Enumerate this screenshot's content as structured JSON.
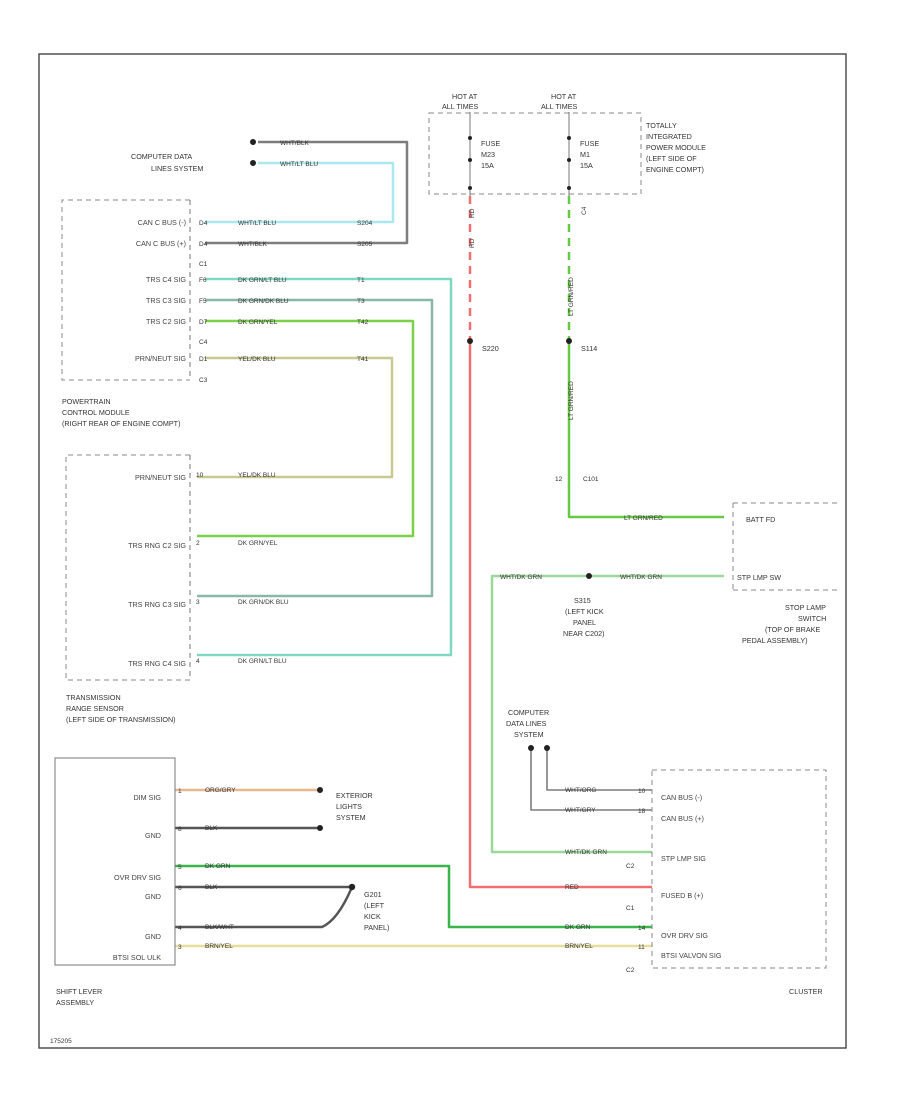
{
  "colors": {
    "grey": "#7d7d7d",
    "white_blue": "#a8e8ee",
    "green_blue": "#7fd8c4",
    "green_brown": "#8ab8a8",
    "green_yellow": "#7bd04a",
    "yellow_blue": "#c8c890",
    "red": "#f07070",
    "light_green": "#66c844",
    "white_green": "#9ad89a",
    "orange": "#e8b890",
    "black": "#555555",
    "dark_green": "#39b54a",
    "brown_yellow": "#e6df9a"
  },
  "top": {
    "hot1": [
      "HOT AT",
      "ALL TIMES"
    ],
    "hot2": [
      "HOT AT",
      "ALL TIMES"
    ],
    "fuse1": [
      "FUSE",
      "M23",
      "15A"
    ],
    "fuse2": [
      "FUSE",
      "M1",
      "15A"
    ],
    "tipm": [
      "TOTALLY",
      "INTEGRATED",
      "POWER MODULE",
      "(LEFT SIDE OF",
      "ENGINE COMPT)"
    ],
    "conn_c4": "C4",
    "splice1": "S220",
    "splice2": "S114",
    "conn_c101": "C101",
    "conn_c101_pin": "12",
    "red_label_1": "RD",
    "red_label_2": "RD",
    "lg_label_1": "LT GRN/RED",
    "lg_label_2": "LT GRN/RED",
    "lg_label_3": "LT GRN/RED"
  },
  "cdl_system": {
    "label": [
      "COMPUTER DATA",
      "LINES SYSTEM"
    ],
    "wire1": "WHT/BLK",
    "wire2": "WHT/LT BLU"
  },
  "pcm": {
    "pins": [
      {
        "label": "CAN C BUS (-)",
        "pin": "D4",
        "wire": "WHT/LT BLU",
        "splice": "S204"
      },
      {
        "label": "CAN C BUS (+)",
        "pin": "D4",
        "wire": "WHT/BLK",
        "splice": "S205"
      },
      {
        "label": "TRS C4 SIG",
        "pin": "F6",
        "wire": "DK GRN/LT BLU",
        "splice": "T1"
      },
      {
        "label": "TRS C3 SIG",
        "pin": "F5",
        "wire": "DK GRN/DK BLU",
        "splice": "T3"
      },
      {
        "label": "TRS C2 SIG",
        "pin": "D7",
        "wire": "DK GRN/YEL",
        "splice": "T42"
      },
      {
        "label": "PRN/NEUT SIG",
        "pin": "D1",
        "wire": "YEL/DK BLU",
        "splice": "T41"
      }
    ],
    "conn_c1": "C1",
    "conn_c4": "C4",
    "conn_c3": "C3",
    "label": [
      "POWERTRAIN",
      "CONTROL MODULE",
      "(RIGHT REAR OF ENGINE COMPT)"
    ]
  },
  "trs": {
    "pins": [
      {
        "label": "PRN/NEUT SIG",
        "pin": "10",
        "wire": "YEL/DK BLU"
      },
      {
        "label": "TRS RNG C2 SIG",
        "pin": "2",
        "wire": "DK GRN/YEL"
      },
      {
        "label": "TRS RNG C3 SIG",
        "pin": "3",
        "wire": "DK GRN/DK BLU"
      },
      {
        "label": "TRS RNG C4 SIG",
        "pin": "4",
        "wire": "DK GRN/LT BLU"
      }
    ],
    "label": [
      "TRANSMISSION",
      "RANGE SENSOR",
      "(LEFT SIDE OF TRANSMISSION)"
    ]
  },
  "stop_lamp": {
    "pin_batt": "BATT FD",
    "pin_stp": "STP LMP SW",
    "wire_in": "LT GRN/RED",
    "wire_out": "WHT/DK GRN",
    "wire_to_cluster": "WHT/DK GRN",
    "label": [
      "STOP LAMP",
      "SWITCH",
      "(TOP OF BRAKE",
      "PEDAL ASSEMBLY)"
    ],
    "splice": [
      "S315",
      "(LEFT KICK",
      "PANEL",
      "NEAR C202)"
    ]
  },
  "cdl_center": {
    "label": [
      "COMPUTER",
      "DATA LINES",
      "SYSTEM"
    ]
  },
  "shift": {
    "pins": [
      {
        "label": "DIM SIG",
        "pin": "1",
        "wire": "ORG/GRY"
      },
      {
        "label": "GND",
        "pin": "8",
        "wire": "BLK"
      },
      {
        "label": "OVR DRV SIG",
        "pin": "5",
        "wire": "DK GRN"
      },
      {
        "label": "GND",
        "pin": "6",
        "wire": "BLK"
      },
      {
        "label": "GND",
        "pin": "4",
        "wire": "BLK/WHT"
      },
      {
        "label": "BTSI SOL ULK",
        "pin": "3",
        "wire": "BRN/YEL"
      }
    ],
    "ext_lights": [
      "EXTERIOR",
      "LIGHTS",
      "SYSTEM"
    ],
    "ground": [
      "G201",
      "(LEFT",
      "KICK",
      "PANEL)"
    ],
    "label": [
      "SHIFT LEVER",
      "ASSEMBLY"
    ]
  },
  "cluster": {
    "pins": [
      {
        "label": "CAN BUS (-)",
        "pin": "10",
        "wire": "WHT/ORG"
      },
      {
        "label": "CAN BUS (+)",
        "pin": "18",
        "wire": "WHT/GRY"
      },
      {
        "label": "STP LMP SIG",
        "pin": "",
        "wire": "WHT/DK GRN"
      },
      {
        "label": "FUSED B (+)",
        "pin": "",
        "wire": "RED"
      },
      {
        "label": "OVR DRV SIG",
        "pin": "14",
        "wire": "DK GRN"
      },
      {
        "label": "BTSI VALVON SIG",
        "pin": "11",
        "wire": "BRN/YEL"
      }
    ],
    "conn_c2a": "C2",
    "conn_c1": "C1",
    "conn_c2b": "C2",
    "label": "CLUSTER"
  },
  "footer": "175205"
}
